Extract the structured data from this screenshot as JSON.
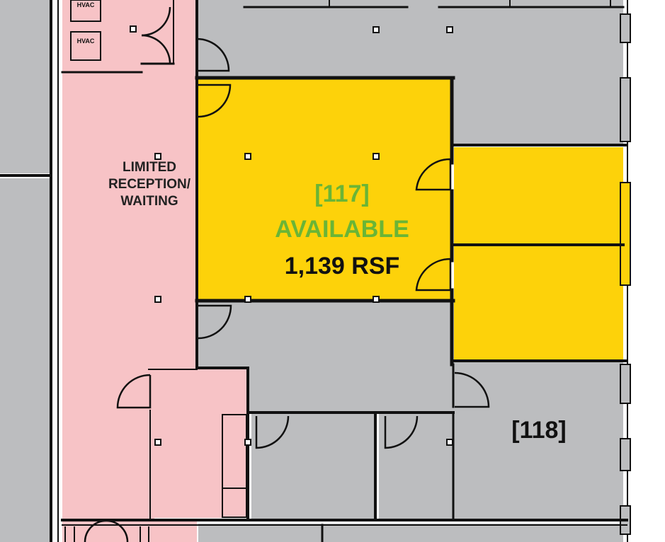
{
  "floorplan": {
    "hvac_labels": [
      "HVAC",
      "HVAC"
    ],
    "reception": {
      "lines": [
        "LIMITED",
        "RECEPTION/",
        "WAITING"
      ],
      "color": "#f7c3c6"
    },
    "suite_117": {
      "number": "[117]",
      "status": "AVAILABLE",
      "area": "1,139 RSF",
      "fill_color": "#fdd20a",
      "status_color": "#6ab536"
    },
    "suite_118": {
      "number": "[118]"
    },
    "colors": {
      "gray_area": "#bcbdbf",
      "walls": "#111111",
      "background": "#ffffff"
    }
  }
}
